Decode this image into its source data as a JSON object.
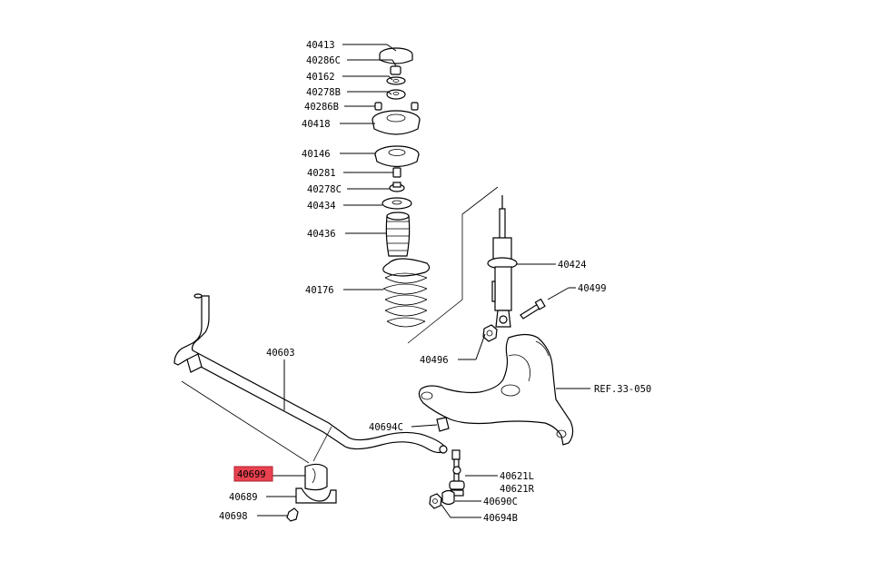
{
  "parts": {
    "p40413": "40413",
    "p40286C": "40286C",
    "p40162": "40162",
    "p40278B": "40278B",
    "p40286B": "40286B",
    "p40418": "40418",
    "p40146": "40146",
    "p40281": "40281",
    "p40278C": "40278C",
    "p40434": "40434",
    "p40436": "40436",
    "p40176": "40176",
    "p40424": "40424",
    "p40499": "40499",
    "p40496": "40496",
    "ref": "REF.33-050",
    "p40603": "40603",
    "p40694C": "40694C",
    "p40699": "40699",
    "p40689": "40689",
    "p40698": "40698",
    "p40621L": "40621L",
    "p40621R": "40621R",
    "p40690C": "40690C",
    "p40694B": "40694B"
  },
  "highlight": {
    "part": "40699",
    "color": "#e8414f"
  }
}
